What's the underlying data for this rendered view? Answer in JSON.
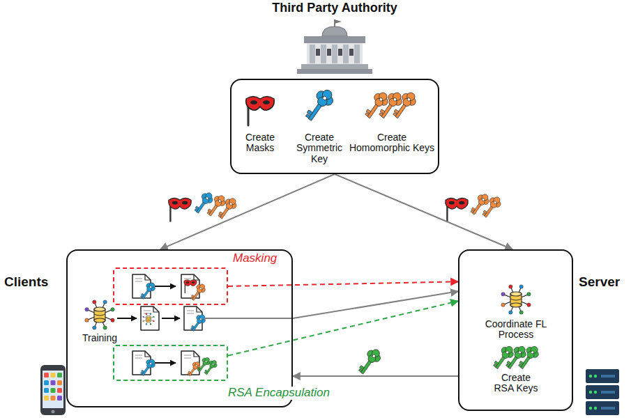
{
  "diagram": {
    "nodes": [
      {
        "text": [
          "Third Party Authority",
          "Create Masks",
          "Create Symmetric Key",
          "Create Homomorphic Keys"
        ]
      },
      {
        "text": [
          "Clients",
          "Training"
        ]
      },
      {
        "text": [
          "Masking"
        ],
        "in": 1
      },
      {
        "text": [
          "RSA Encapsulation"
        ],
        "in": 1
      },
      {
        "text": [
          "Server",
          "Coordinate FL Process",
          "Create RSA Keys"
        ]
      }
    ],
    "edges": [
      {
        "from": 0,
        "to": 1,
        "arrow": "to"
      },
      {
        "from": 0,
        "to": 4,
        "arrow": "to"
      },
      {
        "from": 2,
        "to": 4,
        "arrow": "to"
      },
      {
        "from": 1,
        "to": 4,
        "arrow": "to"
      },
      {
        "from": 3,
        "to": 4,
        "arrow": "to"
      },
      {
        "from": 4,
        "to": 1,
        "arrow": "to"
      }
    ]
  }
}
